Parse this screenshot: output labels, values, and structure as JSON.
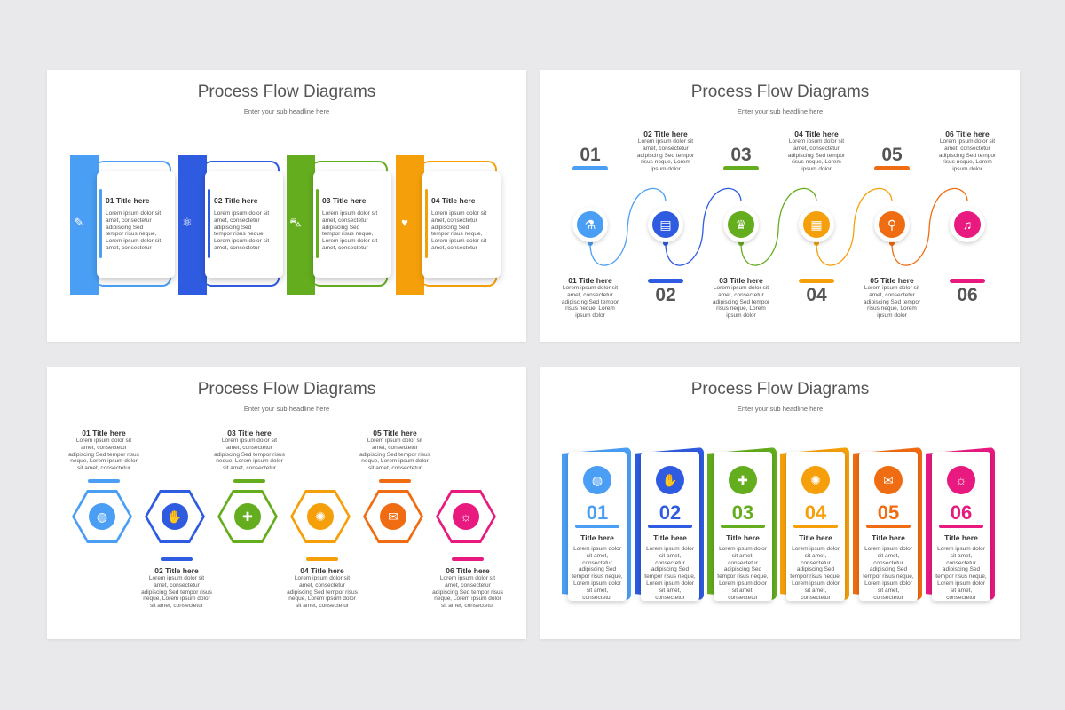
{
  "colors": {
    "blue": "#4a9ff5",
    "navy": "#2f5be0",
    "green": "#64ad1e",
    "orange": "#f5a00a",
    "deep_orange": "#f06c12",
    "pink": "#e8197f"
  },
  "slide_title": "Process Flow Diagrams",
  "slide_subtitle": "Enter your sub headline here",
  "lorem_a": "Lorem ipsum dolor sit amet, consectetur adipiscing Sed tempor risus neque, Lorem ipsum dolor sit amet, consectetur",
  "lorem_b": "Lorem ipsum dolor sit amet, consectetur adipiscing Sed tempor risus neque, Lorem ipsum dolor",
  "lorem_c": "Lorem ipsum dolor sit amet, consectetur adipiscing Sed tempor risus neque, Lorem ipsum dolor sit amet, consectetur",
  "lorem_d": "Lorem ipsum dolor sit amet, consectetur adipiscing Sed tempor risus neque, Lorem ipsum dolor sit amet, consectetur",
  "slide1": {
    "cards": [
      {
        "title": "01 Title here",
        "icon": "pencil-icon",
        "glyph": "✎"
      },
      {
        "title": "02 Title here",
        "icon": "atom-icon",
        "glyph": "⚛"
      },
      {
        "title": "03 Title here",
        "icon": "car-icon",
        "glyph": "⛍"
      },
      {
        "title": "04 Title here",
        "icon": "heart-icon",
        "glyph": "♥"
      }
    ]
  },
  "slide2": {
    "steps": [
      {
        "num": "01",
        "title": "01 Title here",
        "icon": "flask-icon",
        "glyph": "⚗"
      },
      {
        "num": "02",
        "title": "02 Title here",
        "icon": "book-icon",
        "glyph": "▤"
      },
      {
        "num": "03",
        "title": "03 Title here",
        "icon": "trophy-icon",
        "glyph": "♛"
      },
      {
        "num": "04",
        "title": "04 Title here",
        "icon": "presentation-icon",
        "glyph": "▦"
      },
      {
        "num": "05",
        "title": "05 Title here",
        "icon": "search-icon",
        "glyph": "⚲"
      },
      {
        "num": "06",
        "title": "06 Title here",
        "icon": "bell-icon",
        "glyph": "♫"
      }
    ]
  },
  "slide3": {
    "steps": [
      {
        "title": "01 Title here",
        "icon": "globe-icon",
        "glyph": "◍"
      },
      {
        "title": "02 Title here",
        "icon": "handshake-icon",
        "glyph": "✋"
      },
      {
        "title": "03 Title here",
        "icon": "puzzle-icon",
        "glyph": "✚"
      },
      {
        "title": "04 Title here",
        "icon": "brain-icon",
        "glyph": "✺"
      },
      {
        "title": "05 Title here",
        "icon": "envelope-icon",
        "glyph": "✉"
      },
      {
        "title": "06 Title here",
        "icon": "lightbulb-icon",
        "glyph": "☼"
      }
    ]
  },
  "slide4": {
    "cards": [
      {
        "num": "01",
        "title": "Title here",
        "icon": "globe-icon",
        "glyph": "◍"
      },
      {
        "num": "02",
        "title": "Title here",
        "icon": "handshake-icon",
        "glyph": "✋"
      },
      {
        "num": "03",
        "title": "Title here",
        "icon": "puzzle-icon",
        "glyph": "✚"
      },
      {
        "num": "04",
        "title": "Title here",
        "icon": "brain-icon",
        "glyph": "✺"
      },
      {
        "num": "05",
        "title": "Title here",
        "icon": "envelope-icon",
        "glyph": "✉"
      },
      {
        "num": "06",
        "title": "Title here",
        "icon": "lightbulb-icon",
        "glyph": "☼"
      }
    ]
  }
}
